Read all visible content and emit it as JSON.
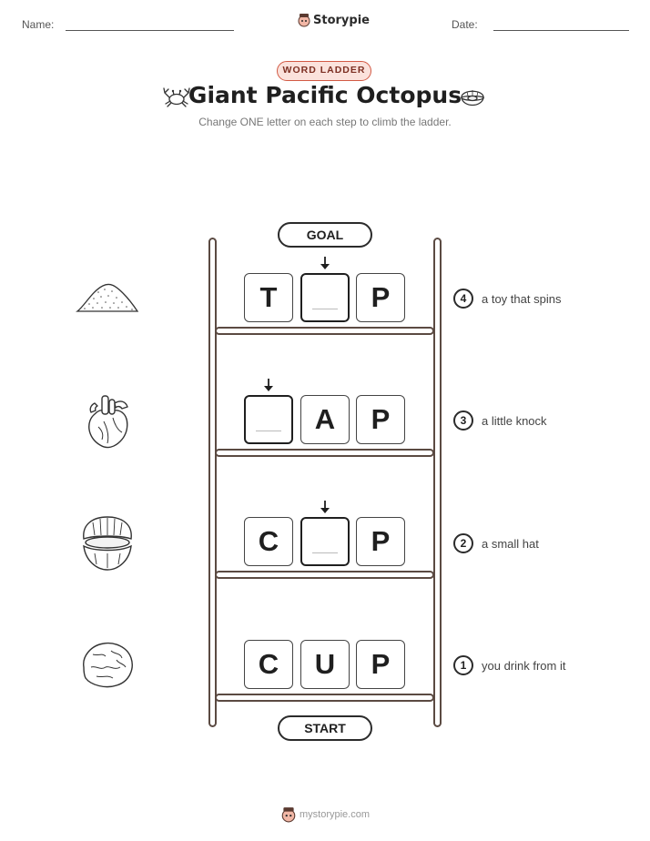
{
  "header": {
    "name_label": "Name:",
    "date_label": "Date:",
    "brand": "Storypie"
  },
  "badge": "WORD LADDER",
  "title": "Giant Pacific Octopus",
  "subtitle": "Change ONE letter on each step to climb the ladder.",
  "ladder": {
    "goal_label": "GOAL",
    "start_label": "START",
    "steps": [
      {
        "number": "4",
        "clue": "a toy that spins",
        "letters": [
          "T",
          "",
          "P"
        ],
        "picture": "sand-pile-icon"
      },
      {
        "number": "3",
        "clue": "a little knock",
        "letters": [
          "",
          "A",
          "P"
        ],
        "picture": "heart-icon"
      },
      {
        "number": "2",
        "clue": "a small hat",
        "letters": [
          "C",
          "",
          "P"
        ],
        "picture": "clam-shell-icon"
      },
      {
        "number": "1",
        "clue": "you drink from it",
        "letters": [
          "C",
          "U",
          "P"
        ],
        "picture": "rock-icon"
      }
    ]
  },
  "footer": {
    "site": "mystorypie.com"
  },
  "colors": {
    "accent": "#d25a45",
    "badge_fill": "#fbe2dc",
    "ladder": "#5b4a42"
  }
}
